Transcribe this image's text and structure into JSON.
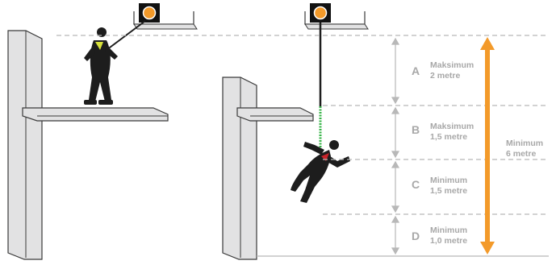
{
  "zones": [
    {
      "letter": "A",
      "line1": "Maksimum",
      "line2": "2 metre"
    },
    {
      "letter": "B",
      "line1": "Maksimum",
      "line2": "1,5 metre"
    },
    {
      "letter": "C",
      "line1": "Minimum",
      "line2": "1,5 metre"
    },
    {
      "letter": "D",
      "line1": "Minimum",
      "line2": "1,0 metre"
    }
  ],
  "total": {
    "line1": "Minimum",
    "line2": "6 metre"
  },
  "colors": {
    "accent": "#f39a2a",
    "wall": "#e2e2e3",
    "outline": "#3a3a3a",
    "dim": "#b8b8b8",
    "vest": "#d8e23a",
    "harness": "#c8242a",
    "lanyard": "#39b54a"
  }
}
